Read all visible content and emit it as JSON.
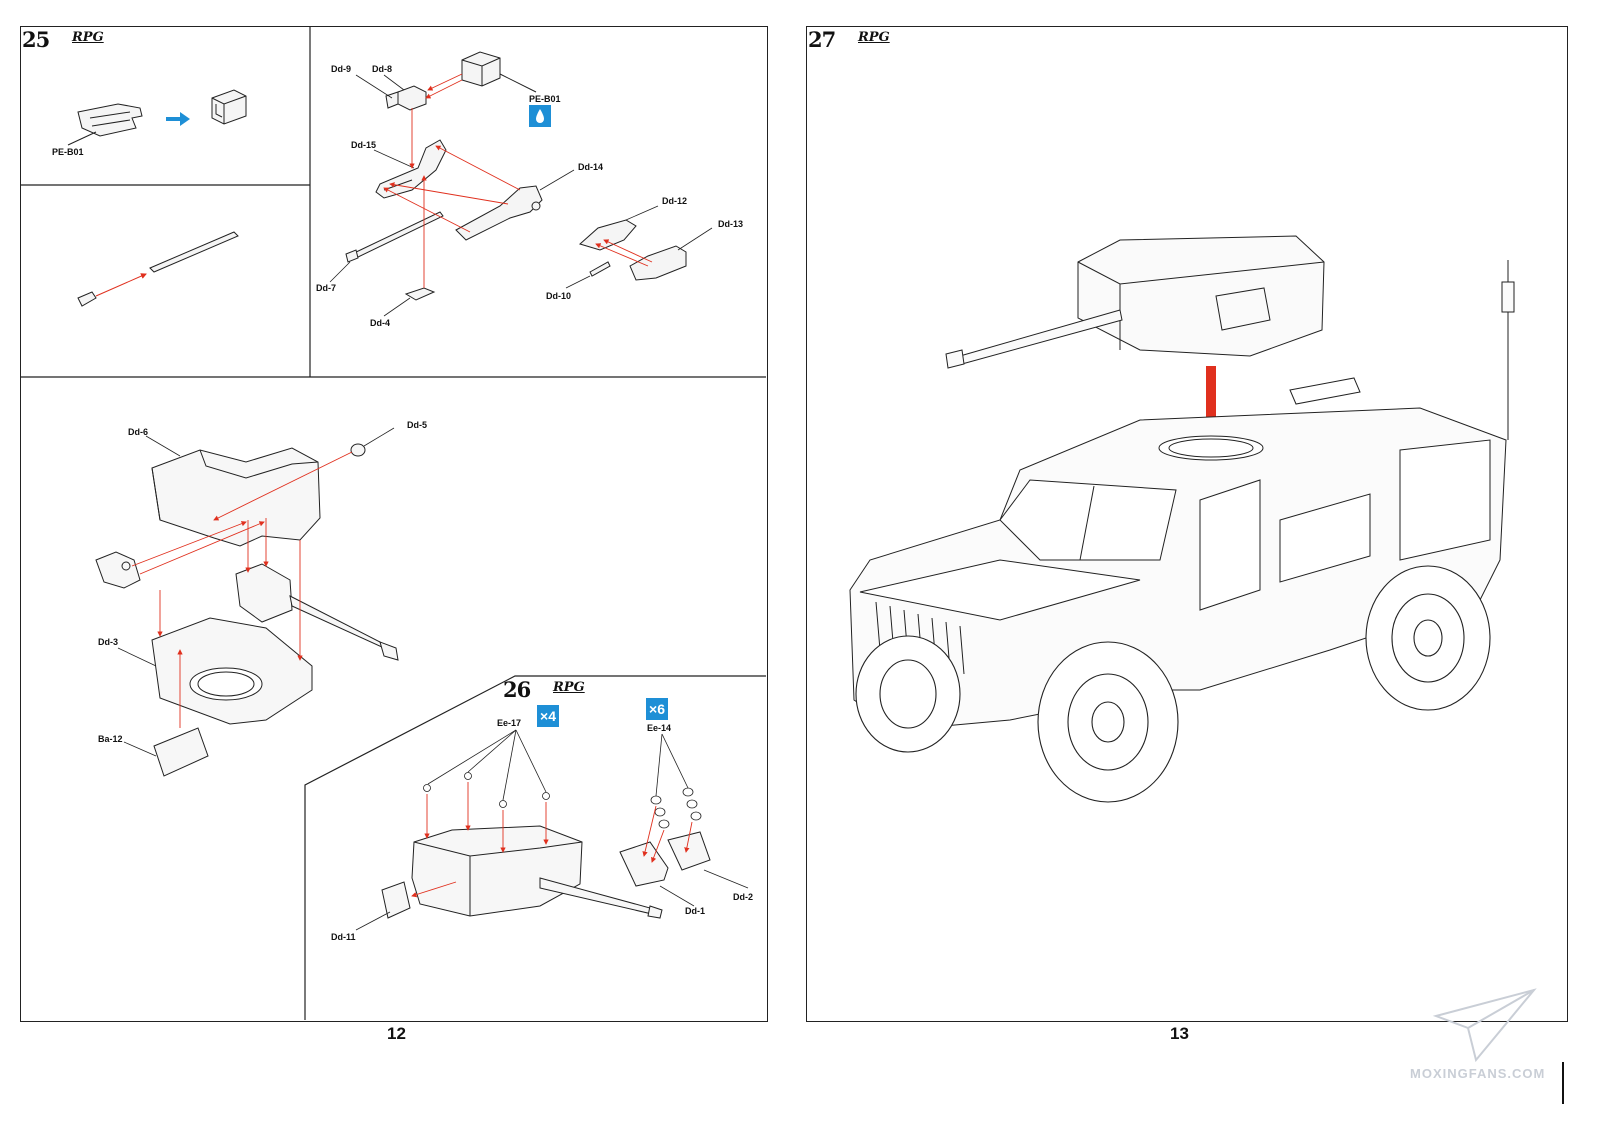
{
  "left_page": {
    "page_number": "12",
    "step25": {
      "number": "25",
      "brand": "RPG",
      "labels": {
        "pe_b01_a": "PE-B01",
        "dd9": "Dd-9",
        "dd8": "Dd-8",
        "pe_b01_b": "PE-B01",
        "dd15": "Dd-15",
        "dd14": "Dd-14",
        "dd12": "Dd-12",
        "dd13": "Dd-13",
        "dd7": "Dd-7",
        "dd10": "Dd-10",
        "dd4": "Dd-4",
        "dd6": "Dd-6",
        "dd5": "Dd-5",
        "dd3": "Dd-3",
        "ba12": "Ba-12"
      }
    },
    "step26": {
      "number": "26",
      "brand": "RPG",
      "qty_a": "×4",
      "qty_b": "×6",
      "labels": {
        "ee17": "Ee-17",
        "ee14": "Ee-14",
        "dd2": "Dd-2",
        "dd1": "Dd-1",
        "dd11": "Dd-11"
      }
    }
  },
  "right_page": {
    "page_number": "13",
    "step27": {
      "number": "27",
      "brand": "RPG"
    }
  },
  "watermark": {
    "text": "MOXINGFANS.COM"
  },
  "colors": {
    "arrow": "#e0301e",
    "badge_blue": "#1e8fd6",
    "line": "#222222"
  }
}
